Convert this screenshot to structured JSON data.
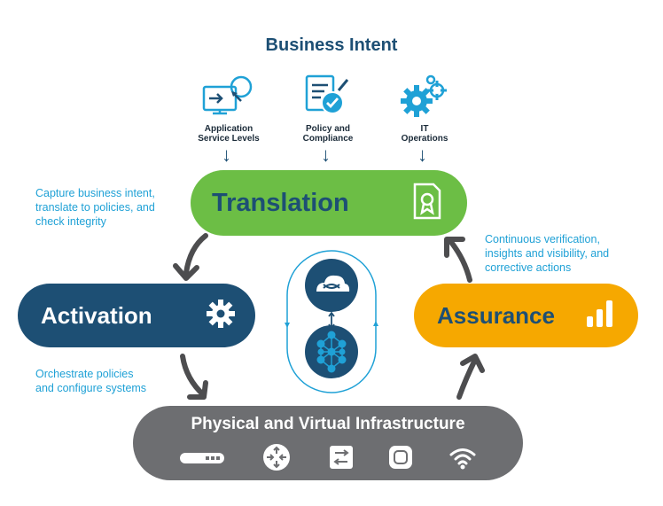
{
  "title": "Business Intent",
  "intents": [
    {
      "label": "Application\nService Levels",
      "icon": "monitor-cursor-icon"
    },
    {
      "label": "Policy and\nCompliance",
      "icon": "document-check-icon"
    },
    {
      "label": "IT\nOperations",
      "icon": "gears-icon"
    }
  ],
  "translation": {
    "label": "Translation",
    "icon": "certificate-document-icon",
    "color": "#6cbe45"
  },
  "activation": {
    "label": "Activation",
    "icon": "gear-icon",
    "color": "#1d4f74"
  },
  "assurance": {
    "label": "Assurance",
    "icon": "bar-chart-icon",
    "color": "#f6a800"
  },
  "infrastructure": {
    "label": "Physical and Virtual Infrastructure",
    "color": "#6d6e71",
    "icons": [
      "switch-icon",
      "router-icon",
      "layer3-switch-icon",
      "access-point-icon",
      "wifi-icon"
    ]
  },
  "annotations": {
    "translation": "Capture business intent,\ntranslate to policies, and\ncheck integrity",
    "assurance": "Continuous verification,\ninsights and visibility, and\ncorrective actions",
    "activation": "Orchestrate policies\nand configure systems"
  },
  "center": {
    "top_icon": "cloud-dna-icon",
    "bottom_icon": "network-mesh-icon"
  },
  "colors": {
    "title": "#1d4f74",
    "annotation": "#1fa1d6",
    "arrow": "#4d4d4f"
  }
}
